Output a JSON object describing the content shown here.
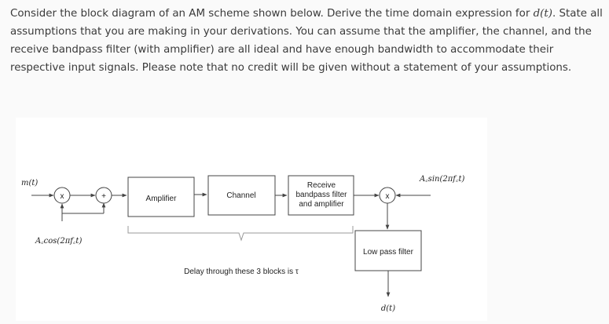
{
  "question": {
    "text_before": "Consider the block diagram of an AM scheme shown below. Derive the time domain expression for ",
    "math_symbol": "d(t)",
    "text_after": ". State all assumptions that you are making in your derivations. You can assume that the amplifier, the channel, and the receive bandpass filter (with amplifier) are all ideal and have enough bandwidth to accommodate their respective input signals. Please note that no credit will be given without a statement of your assumptions."
  },
  "diagram": {
    "input_label": "m(t)",
    "multiplier_symbol": "x",
    "adder_symbol": "+",
    "carrier_tx_label": "A꜀cos(2πf꜀t)",
    "carrier_rx_label": "A꜀sin(2πf꜀t)",
    "amplifier_label": "Amplifier",
    "channel_label": "Channel",
    "receive_bpf_line1": "Receive",
    "receive_bpf_line2": "bandpass filter",
    "receive_bpf_line3": "and amplifier",
    "lowpass_label": "Low pass filter",
    "delay_note": "Delay through these 3 blocks is τ",
    "output_label": "d(t)"
  }
}
